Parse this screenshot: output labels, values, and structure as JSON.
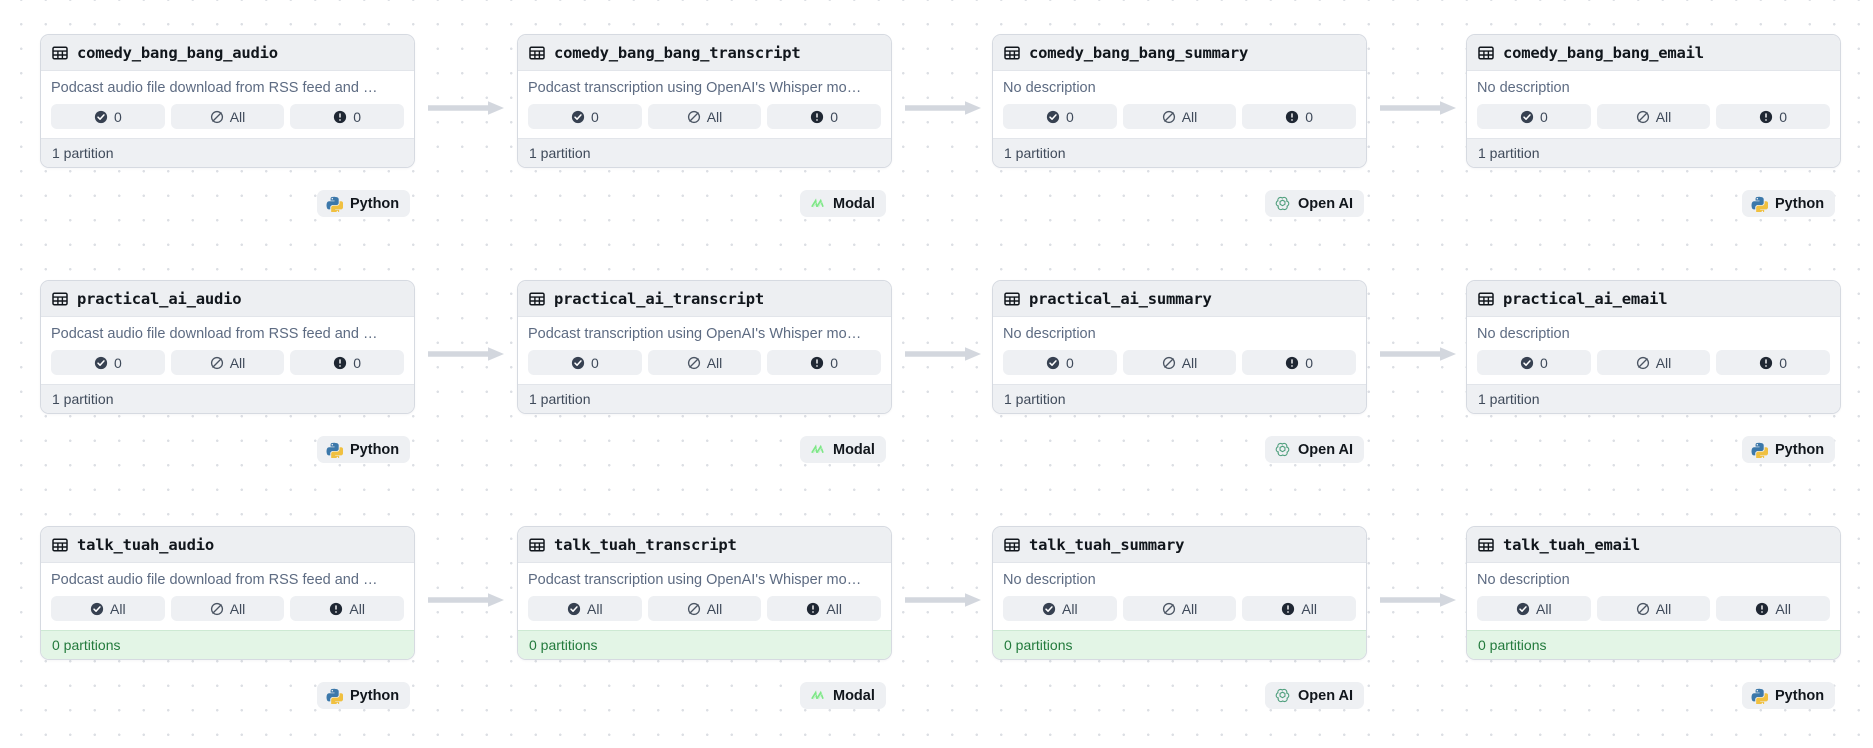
{
  "canvas": {
    "background": "#ffffff",
    "dot_color": "#dcdfe4"
  },
  "palette": {
    "node_header_bg": "#edeff2",
    "node_border": "#d6dae1",
    "stat_chip_bg": "#eef0f3",
    "empty_footer_bg": "#e3f5e6",
    "empty_footer_text": "#227a3c",
    "arrow_color": "#d3d7de",
    "python_blue": "#3c78aa",
    "python_yellow": "#f0c040",
    "modal_green": "#7ee787",
    "openai_green": "#4f9f7d"
  },
  "icons": {
    "table": "table-grid-icon",
    "materialized": "check-circle-icon",
    "missing": "slash-circle-icon",
    "failed": "exclamation-circle-icon"
  },
  "descriptions": {
    "audio": "Podcast audio file download from RSS feed and …",
    "transcript": "Podcast transcription using OpenAI's Whisper mo…",
    "none": "No description"
  },
  "tech": {
    "python": "Python",
    "modal": "Modal",
    "openai": "Open AI"
  },
  "rows": [
    {
      "id": "comedy_bang_bang",
      "nodes": [
        {
          "title": "comedy_bang_bang_audio",
          "description": "Podcast audio file download from RSS feed and …",
          "stats": [
            {
              "icon": "check-circle-icon",
              "value": "0"
            },
            {
              "icon": "slash-circle-icon",
              "value": "All"
            },
            {
              "icon": "exclamation-circle-icon",
              "value": "0"
            }
          ],
          "footer": "1 partition",
          "state": "normal",
          "tech": "Python"
        },
        {
          "title": "comedy_bang_bang_transcript",
          "description": "Podcast transcription using OpenAI's Whisper mo…",
          "stats": [
            {
              "icon": "check-circle-icon",
              "value": "0"
            },
            {
              "icon": "slash-circle-icon",
              "value": "All"
            },
            {
              "icon": "exclamation-circle-icon",
              "value": "0"
            }
          ],
          "footer": "1 partition",
          "state": "normal",
          "tech": "Modal"
        },
        {
          "title": "comedy_bang_bang_summary",
          "description": "No description",
          "stats": [
            {
              "icon": "check-circle-icon",
              "value": "0"
            },
            {
              "icon": "slash-circle-icon",
              "value": "All"
            },
            {
              "icon": "exclamation-circle-icon",
              "value": "0"
            }
          ],
          "footer": "1 partition",
          "state": "normal",
          "tech": "Open AI"
        },
        {
          "title": "comedy_bang_bang_email",
          "description": "No description",
          "stats": [
            {
              "icon": "check-circle-icon",
              "value": "0"
            },
            {
              "icon": "slash-circle-icon",
              "value": "All"
            },
            {
              "icon": "exclamation-circle-icon",
              "value": "0"
            }
          ],
          "footer": "1 partition",
          "state": "normal",
          "tech": "Python"
        }
      ]
    },
    {
      "id": "practical_ai",
      "nodes": [
        {
          "title": "practical_ai_audio",
          "description": "Podcast audio file download from RSS feed and …",
          "stats": [
            {
              "icon": "check-circle-icon",
              "value": "0"
            },
            {
              "icon": "slash-circle-icon",
              "value": "All"
            },
            {
              "icon": "exclamation-circle-icon",
              "value": "0"
            }
          ],
          "footer": "1 partition",
          "state": "normal",
          "tech": "Python"
        },
        {
          "title": "practical_ai_transcript",
          "description": "Podcast transcription using OpenAI's Whisper mo…",
          "stats": [
            {
              "icon": "check-circle-icon",
              "value": "0"
            },
            {
              "icon": "slash-circle-icon",
              "value": "All"
            },
            {
              "icon": "exclamation-circle-icon",
              "value": "0"
            }
          ],
          "footer": "1 partition",
          "state": "normal",
          "tech": "Modal"
        },
        {
          "title": "practical_ai_summary",
          "description": "No description",
          "stats": [
            {
              "icon": "check-circle-icon",
              "value": "0"
            },
            {
              "icon": "slash-circle-icon",
              "value": "All"
            },
            {
              "icon": "exclamation-circle-icon",
              "value": "0"
            }
          ],
          "footer": "1 partition",
          "state": "normal",
          "tech": "Open AI"
        },
        {
          "title": "practical_ai_email",
          "description": "No description",
          "stats": [
            {
              "icon": "check-circle-icon",
              "value": "0"
            },
            {
              "icon": "slash-circle-icon",
              "value": "All"
            },
            {
              "icon": "exclamation-circle-icon",
              "value": "0"
            }
          ],
          "footer": "1 partition",
          "state": "normal",
          "tech": "Python"
        }
      ]
    },
    {
      "id": "talk_tuah",
      "nodes": [
        {
          "title": "talk_tuah_audio",
          "description": "Podcast audio file download from RSS feed and …",
          "stats": [
            {
              "icon": "check-circle-icon",
              "value": "All"
            },
            {
              "icon": "slash-circle-icon",
              "value": "All"
            },
            {
              "icon": "exclamation-circle-icon",
              "value": "All"
            }
          ],
          "footer": "0 partitions",
          "state": "empty",
          "tech": "Python"
        },
        {
          "title": "talk_tuah_transcript",
          "description": "Podcast transcription using OpenAI's Whisper mo…",
          "stats": [
            {
              "icon": "check-circle-icon",
              "value": "All"
            },
            {
              "icon": "slash-circle-icon",
              "value": "All"
            },
            {
              "icon": "exclamation-circle-icon",
              "value": "All"
            }
          ],
          "footer": "0 partitions",
          "state": "empty",
          "tech": "Modal"
        },
        {
          "title": "talk_tuah_summary",
          "description": "No description",
          "stats": [
            {
              "icon": "check-circle-icon",
              "value": "All"
            },
            {
              "icon": "slash-circle-icon",
              "value": "All"
            },
            {
              "icon": "exclamation-circle-icon",
              "value": "All"
            }
          ],
          "footer": "0 partitions",
          "state": "empty",
          "tech": "Open AI"
        },
        {
          "title": "talk_tuah_email",
          "description": "No description",
          "stats": [
            {
              "icon": "check-circle-icon",
              "value": "All"
            },
            {
              "icon": "slash-circle-icon",
              "value": "All"
            },
            {
              "icon": "exclamation-circle-icon",
              "value": "All"
            }
          ],
          "footer": "0 partitions",
          "state": "empty",
          "tech": "Python"
        }
      ]
    }
  ]
}
